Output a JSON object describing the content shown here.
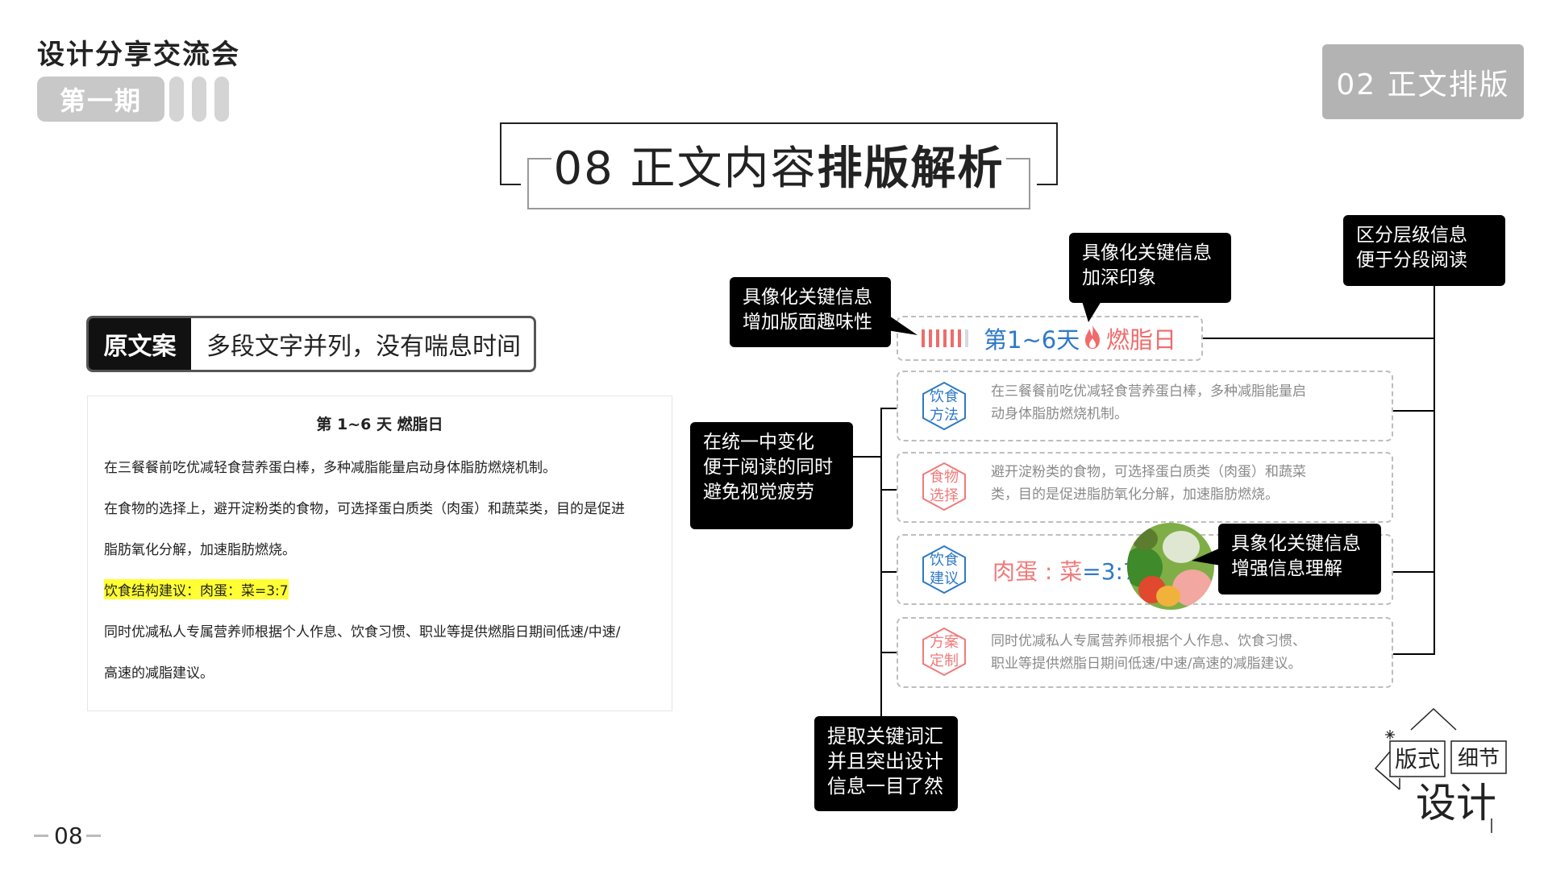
{
  "header": {
    "event_title": "设计分享交流会",
    "issue": "第一期",
    "section_tag": "02 正文排版"
  },
  "title": {
    "prefix": "08 正文内容",
    "emphasis": "排版解析"
  },
  "original": {
    "label": "原文案",
    "description": "多段文字并列，没有喘息时间",
    "card_title": "第 1~6 天  燃脂日",
    "lines": [
      "在三餐餐前吃优减轻食营养蛋白棒，多种减脂能量启动身体脂肪燃烧机制。",
      "在食物的选择上，避开淀粉类的食物，可选择蛋白质类（肉蛋）和蔬菜类，目的是促进",
      "脂肪氧化分解，加速脂肪燃烧。",
      "饮食结构建议：肉蛋：菜=3:7",
      "同时优减私人专属营养师根据个人作息、饮食习惯、职业等提供燃脂日期间低速/中速/",
      "高速的减脂建议。"
    ]
  },
  "callouts": {
    "concretize_interest": [
      "具像化关键信息",
      "增加版面趣味性"
    ],
    "concretize_memory": [
      "具像化关键信息",
      "加深印象"
    ],
    "layered": [
      "区分层级信息",
      "便于分段阅读"
    ],
    "unity_variation": [
      "在统一中变化",
      "便于阅读的同时",
      "避免视觉疲劳"
    ],
    "concretize_understand": [
      "具象化关键信息",
      "增强信息理解"
    ],
    "keywords": [
      "提取关键词汇",
      "并且突出设计",
      "信息一目了然"
    ]
  },
  "designed": {
    "heading_day": "第1~6天",
    "heading_burn": "燃脂日",
    "items": [
      {
        "tag": [
          "饮食",
          "方法"
        ],
        "tag_color": "#2d79c7",
        "lines": [
          "在三餐餐前吃优减轻食营养蛋白棒，多种减脂能量启",
          "动身体脂肪燃烧机制。"
        ]
      },
      {
        "tag": [
          "食物",
          "选择"
        ],
        "tag_color": "#f07a7a",
        "lines": [
          "避开淀粉类的食物，可选择蛋白质类（肉蛋）和蔬菜",
          "类，目的是促进脂肪氧化分解，加速脂肪燃烧。"
        ]
      },
      {
        "tag": [
          "饮食",
          "建议"
        ],
        "tag_color": "#2d79c7",
        "ratio_left": "肉蛋 : 菜",
        "ratio_right": "=3:7"
      },
      {
        "tag": [
          "方案",
          "定制"
        ],
        "tag_color": "#f07a7a",
        "lines": [
          "同时优减私人专属营养师根据个人作息、饮食习惯、",
          "职业等提供燃脂日期间低速/中速/高速的减脂建议。"
        ]
      }
    ]
  },
  "footer": {
    "page": "08"
  },
  "logo": {
    "word1": "版式",
    "word2": "细节",
    "word3": "设计"
  },
  "colors": {
    "blue": "#2d79c7",
    "red": "#f07a7a",
    "highlight": "#ffff33"
  }
}
